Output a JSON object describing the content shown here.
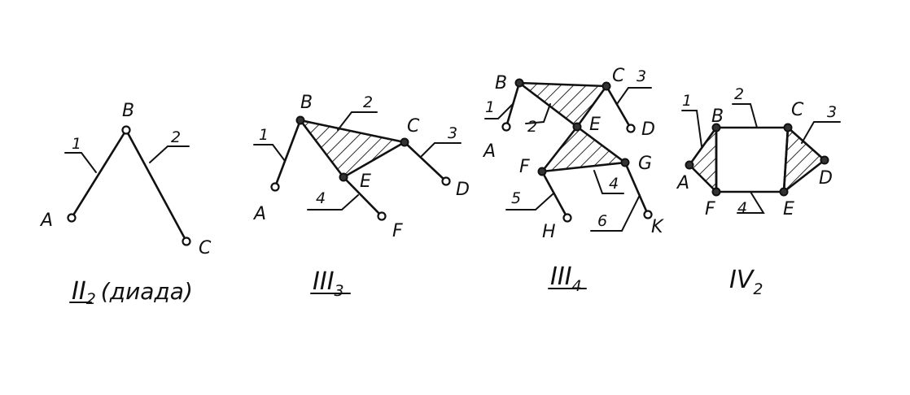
{
  "groups": [
    {
      "caption": "II",
      "caption_sub": "2",
      "caption_extra": "(диада)",
      "joints": [
        "A",
        "B",
        "C"
      ],
      "links": [
        "1",
        "2"
      ]
    },
    {
      "caption": "III",
      "caption_sub": "3",
      "joints": [
        "A",
        "B",
        "C",
        "D",
        "E",
        "F"
      ],
      "links": [
        "1",
        "2",
        "3",
        "4"
      ]
    },
    {
      "caption": "III",
      "caption_sub": "4",
      "joints": [
        "A",
        "B",
        "C",
        "D",
        "E",
        "F",
        "G",
        "H",
        "K"
      ],
      "links": [
        "1",
        "2",
        "3",
        "4",
        "5",
        "6"
      ]
    },
    {
      "caption": "IV",
      "caption_sub": "2",
      "joints": [
        "A",
        "B",
        "C",
        "D",
        "E",
        "F"
      ],
      "links": [
        "1",
        "2",
        "3",
        "4"
      ]
    }
  ]
}
